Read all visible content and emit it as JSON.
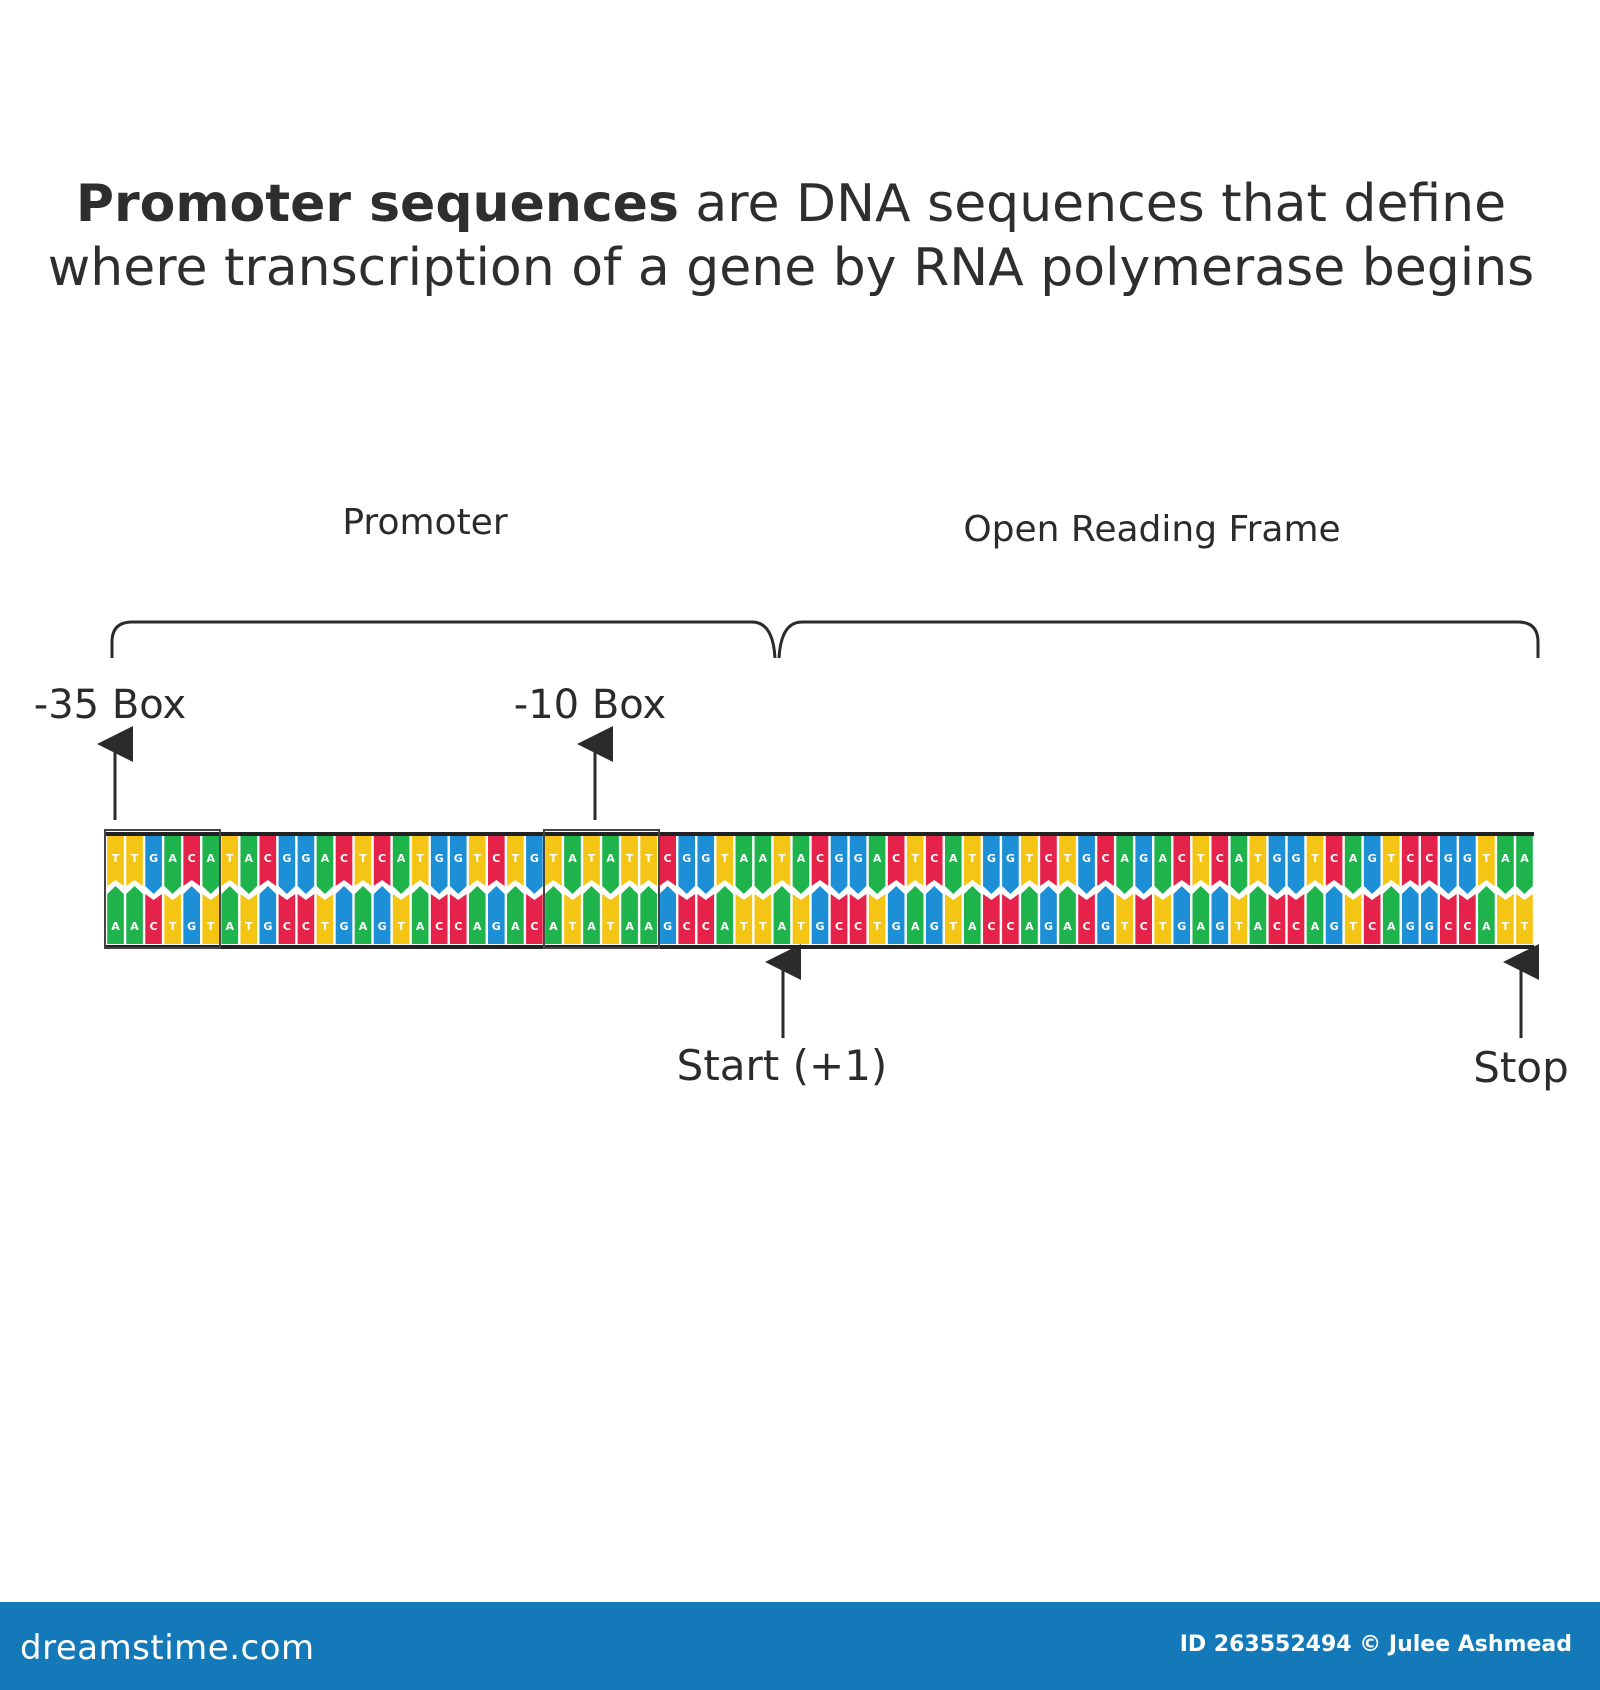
{
  "title": {
    "bold": "Promoter sequences",
    "line1_rest": " are DNA sequences that define",
    "line2": "where transcription of a gene by RNA polymerase begins"
  },
  "labels": {
    "promoter": "Promoter",
    "orf": "Open Reading Frame",
    "box35": "-35 Box",
    "box10": "-10 Box",
    "start": "Start (+1)",
    "stop": "Stop"
  },
  "dna": {
    "top_strand": "TTGACATACGGACTCATGGTCTGTATATTCGGTAATACGGACTCATGGTCTGCAGACTCATGGTCAGTCCGGTAA",
    "base_colors": {
      "A": "#1fb34c",
      "T": "#f4c514",
      "G": "#1d8fd6",
      "C": "#e5234a"
    }
  },
  "footer": {
    "brand": "dreamstime.com",
    "credit": "ID 263552494 © Julee Ashmead"
  }
}
